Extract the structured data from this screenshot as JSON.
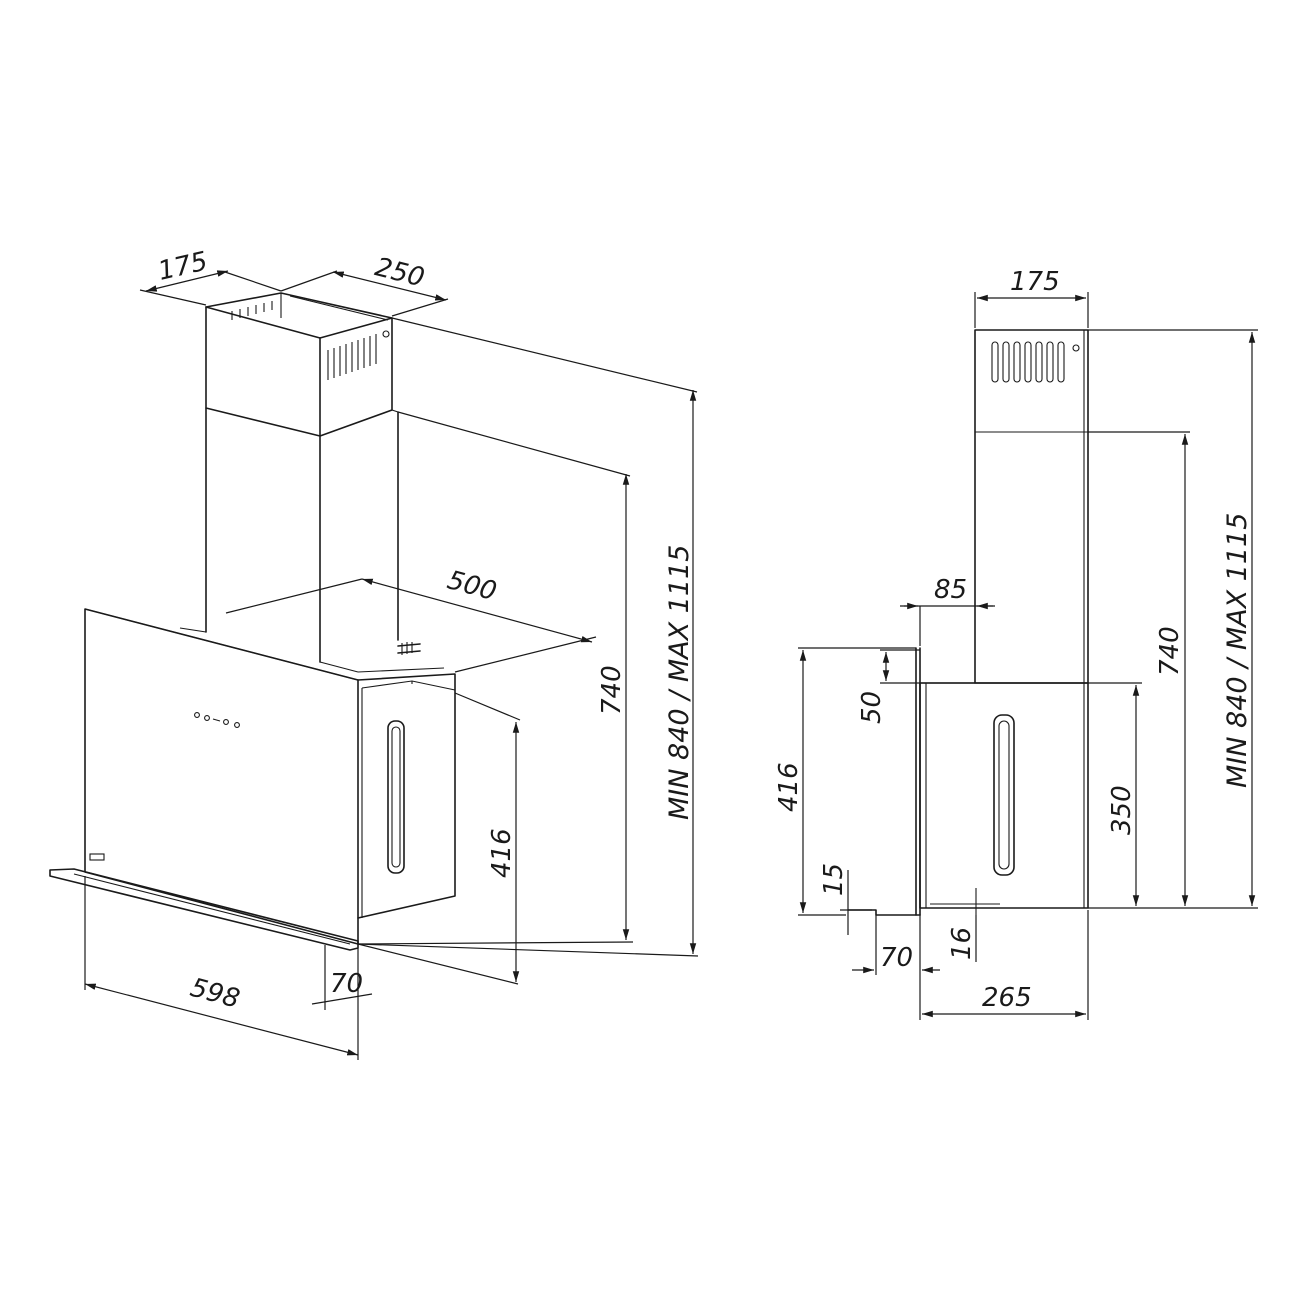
{
  "perspective": {
    "chimney_width": "175",
    "chimney_depth": "250",
    "body_depth": "500",
    "height_740": "740",
    "total_height": "MIN 840 / MAX 1115",
    "panel_height": "416",
    "width": "598",
    "lip_depth": "70"
  },
  "side": {
    "chimney_width": "175",
    "offset_85": "85",
    "gap_50": "50",
    "panel_height": "416",
    "box_height": "350",
    "height_740": "740",
    "total_height": "MIN 840 / MAX 1115",
    "lip_15": "15",
    "lip_70": "70",
    "bottom_16": "16",
    "depth": "265"
  }
}
